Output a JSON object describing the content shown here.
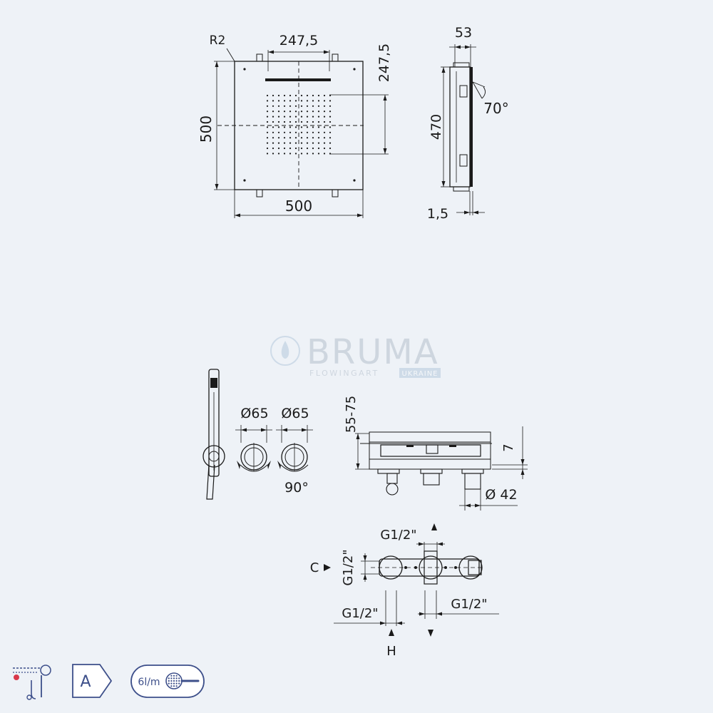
{
  "top_view": {
    "radius_label": "R2",
    "top_width_label": "247,5",
    "right_height_label": "247,5",
    "left_height_label": "500",
    "bottom_width_label": "500"
  },
  "side_view": {
    "depth_label": "53",
    "height_label": "470",
    "angle_label": "70°",
    "thickness_label": "1,5"
  },
  "watermark": {
    "brand": "BRUMA",
    "tagline": "FLOWINGART",
    "country": "UKRAINE"
  },
  "mixer_front": {
    "diameter_1_label": "Ø65",
    "diameter_2_label": "Ø65",
    "rotation_label": "90°"
  },
  "mixer_section": {
    "wall_depth_label": "55-75",
    "gap_label": "7",
    "outlet_diameter_label": "Ø 42"
  },
  "connections": {
    "top_outlet_label": "G1/2\"",
    "left_outlet_label": "G1/2\"",
    "bottom_left_label": "G1/2\"",
    "bottom_right_label": "G1/2\"",
    "cold_label": "C",
    "hot_label": "H"
  },
  "badges": {
    "energy_class": "A",
    "flow_rate": "6l/m"
  }
}
